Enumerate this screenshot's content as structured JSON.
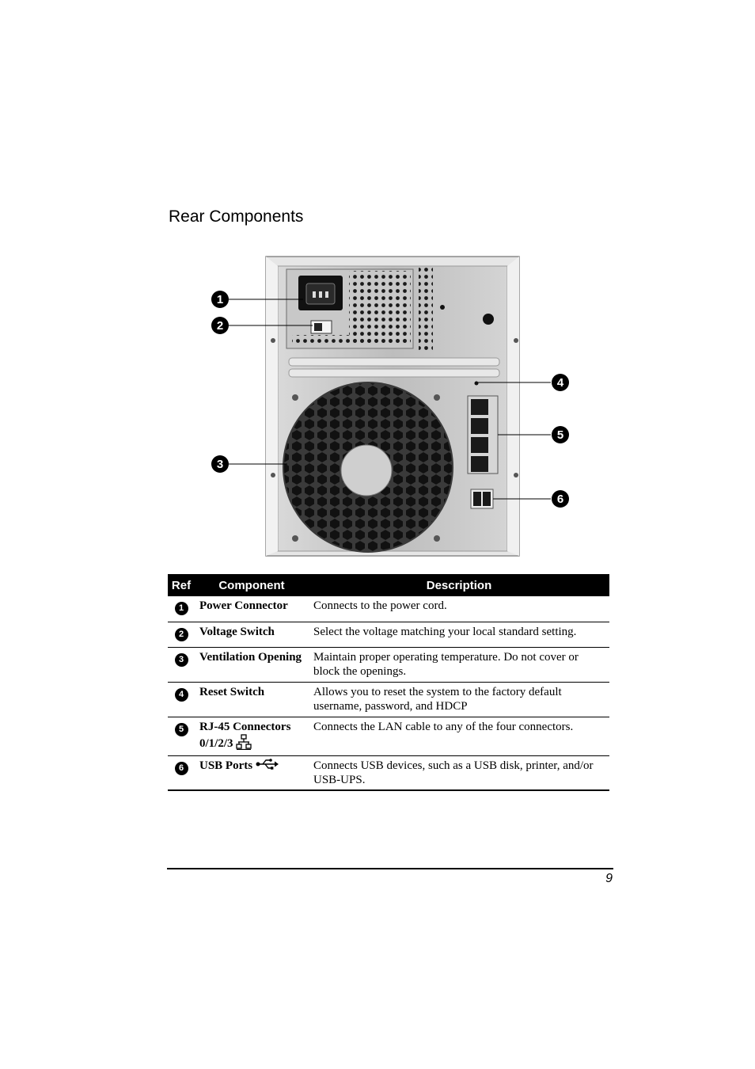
{
  "section": {
    "title": "Rear Components"
  },
  "figure": {
    "callouts": [
      "1",
      "2",
      "3",
      "4",
      "5",
      "6"
    ]
  },
  "table": {
    "headers": {
      "ref": "Ref",
      "component": "Component",
      "description": "Description"
    },
    "rows": [
      {
        "ref": "1",
        "component": "Power Connector",
        "description": "Connects to the power cord."
      },
      {
        "ref": "2",
        "component": "Voltage Switch",
        "description": "Select the voltage matching your local standard setting."
      },
      {
        "ref": "3",
        "component": "Ventilation Opening",
        "description": "Maintain proper operating temperature. Do not cover or block the openings."
      },
      {
        "ref": "4",
        "component": "Reset Switch",
        "description": "Allows you to reset the system to the factory default username, password, and HDCP"
      },
      {
        "ref": "5",
        "component": "RJ-45 Connectors 0/1/2/3",
        "description": "Connects the LAN cable to any of the four connectors.",
        "icon": "network-icon"
      },
      {
        "ref": "6",
        "component": "USB Ports",
        "description": "Connects USB devices, such as a USB disk, printer, and/or USB-UPS.",
        "icon": "usb-icon"
      }
    ]
  },
  "footer": {
    "page_number": "9"
  }
}
